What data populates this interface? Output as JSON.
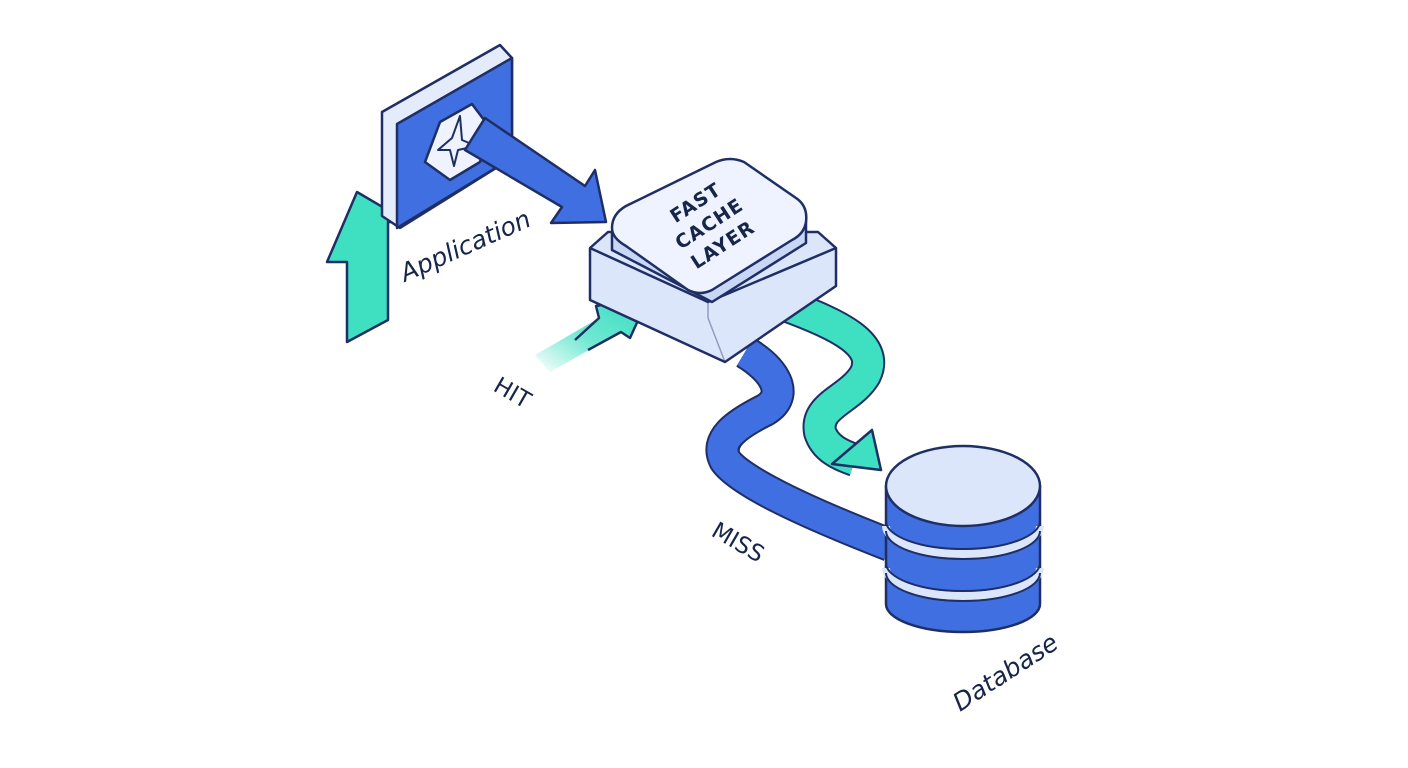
{
  "diagram": {
    "nodes": {
      "application": {
        "label": "Application",
        "icon": "app-logo-icon"
      },
      "cache": {
        "lines": [
          "FAST",
          "CACHE",
          "LAYER"
        ]
      },
      "database": {
        "label": "Database",
        "icon": "database-icon"
      }
    },
    "edges": {
      "hit": {
        "label": "HIT"
      },
      "miss": {
        "label": "MISS"
      }
    }
  },
  "colors": {
    "primary_blue": "#3f6fe0",
    "accent_teal": "#3fe0c2",
    "outline": "#1f2f66",
    "cache_face": "#eef3ff",
    "cache_base": "#dbe6fb"
  }
}
